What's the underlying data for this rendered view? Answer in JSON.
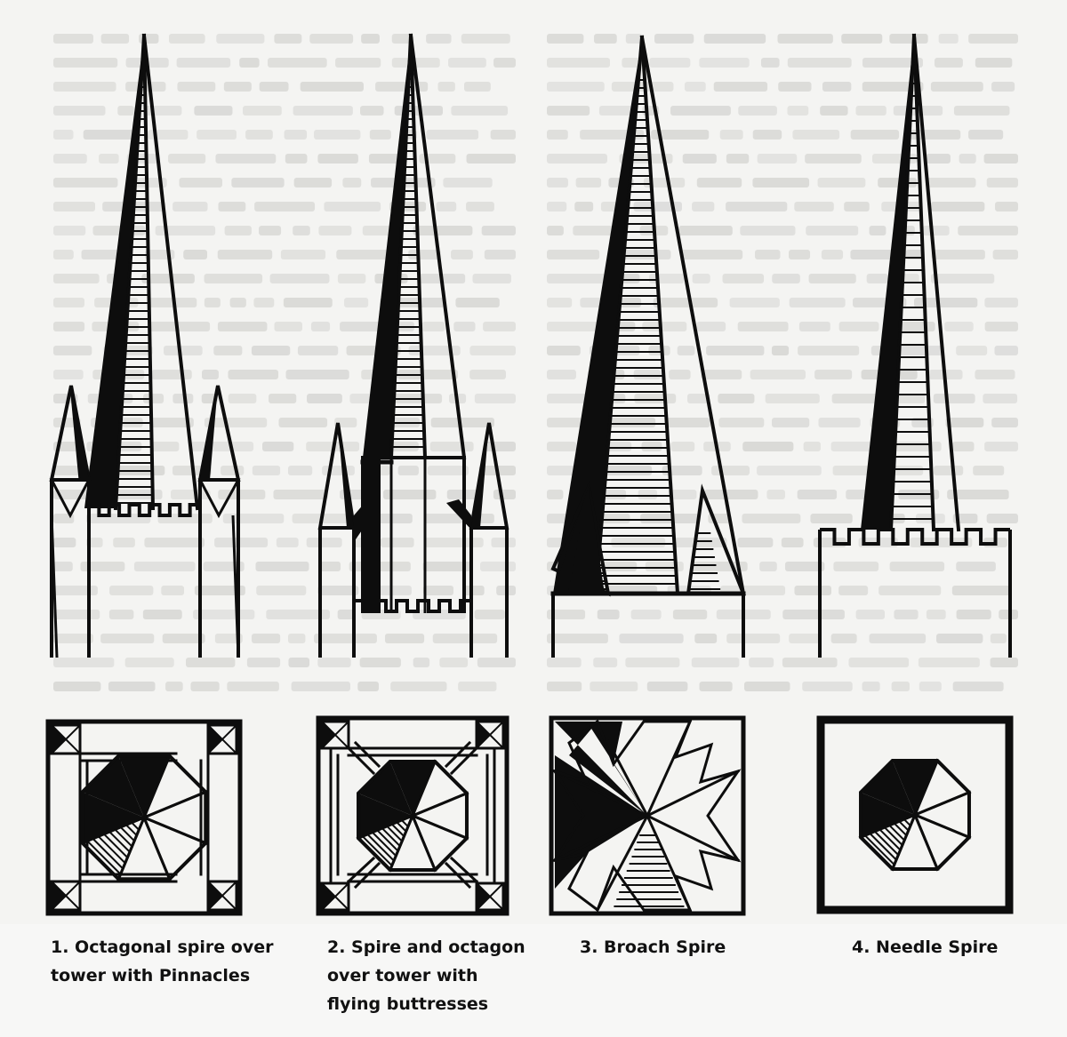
{
  "figures": [
    {
      "id": "octagonal-spire-pinnacles",
      "caption_lines": [
        "1. Octagonal spire over",
        "tower with Pinnacles"
      ]
    },
    {
      "id": "spire-octagon-flying-buttresses",
      "caption_lines": [
        "2. Spire and octagon",
        "over tower with",
        "flying buttresses"
      ]
    },
    {
      "id": "broach-spire",
      "caption_lines": [
        "3. Broach Spire"
      ]
    },
    {
      "id": "needle-spire",
      "caption_lines": [
        "4. Needle Spire"
      ]
    }
  ],
  "colors": {
    "ink": "#0d0d0d",
    "paper": "#f4f4f2",
    "ghost_text": "#cfcfcc"
  }
}
